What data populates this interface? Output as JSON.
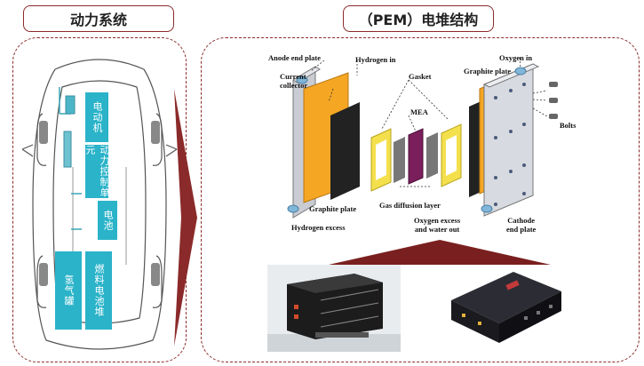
{
  "left": {
    "title": "动力系统",
    "blocks": {
      "motor": "电动机",
      "controller": "动力控制单元",
      "battery": "电池",
      "tank": "氢气罐",
      "fuelcell": "燃料电池堆"
    }
  },
  "right": {
    "title": "（PEM）电堆结构",
    "labels": {
      "anode_end_plate": "Anode end plate",
      "hydrogen_in": "Hydrogen in",
      "current_collector": "Current\ncollector",
      "gasket": "Gasket",
      "mea": "MEA",
      "oxygen_in": "Oxygen in",
      "graphite_plate_top": "Graphite plate",
      "bolts": "Bolts",
      "graphite_plate_bottom": "Graphite plate",
      "gas_diffusion_layer": "Gas diffusion layer",
      "hydrogen_excess": "Hydrogen excess",
      "oxygen_excess": "Oxygen excess\nand water out",
      "cathode_end_plate": "Cathode\nend plate"
    }
  },
  "colors": {
    "accent": "#8b2a2a",
    "block": "#2ab3c9",
    "orange": "#f5a623",
    "yellow": "#f4e04d",
    "mea_purple": "#7a1f5c"
  }
}
